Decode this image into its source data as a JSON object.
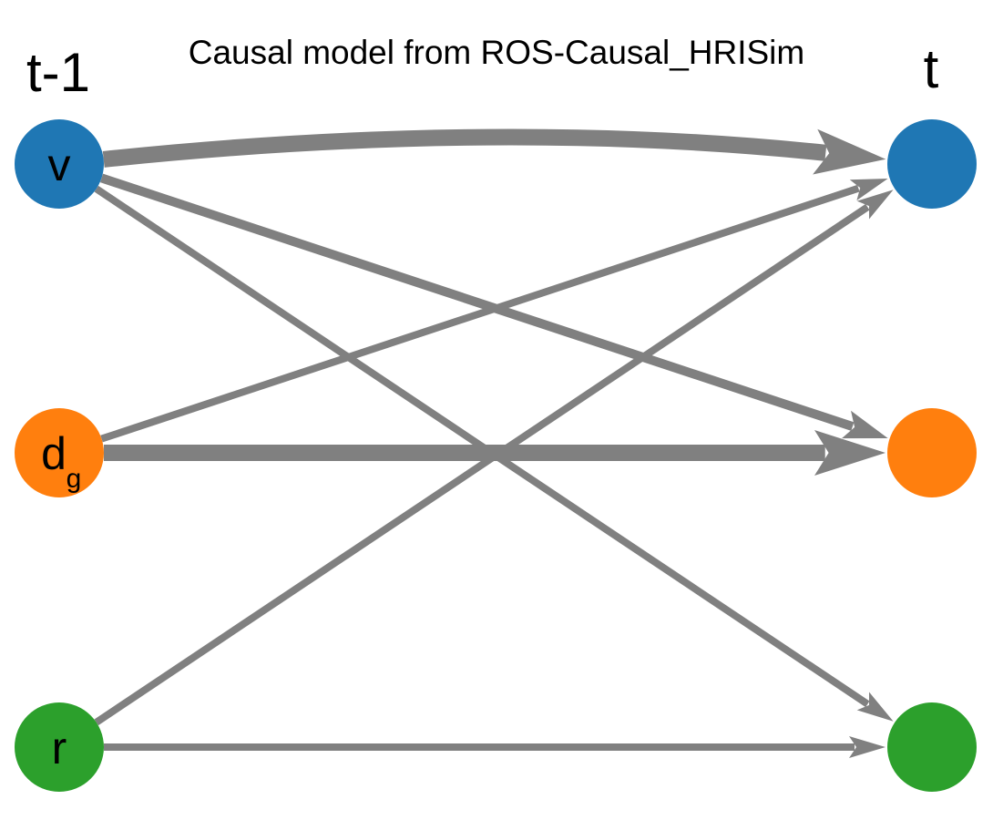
{
  "title": "Causal model from ROS-Causal_HRISim",
  "time_labels": {
    "past": "t-1",
    "present": "t"
  },
  "colors": {
    "v": "#1f77b4",
    "d_g": "#ff7f0e",
    "r": "#2ca02c",
    "edge": "#808080"
  },
  "nodes_past": [
    {
      "id": "v",
      "label": "v",
      "subscript": "",
      "color_key": "v"
    },
    {
      "id": "d_g",
      "label": "d",
      "subscript": "g",
      "color_key": "d_g"
    },
    {
      "id": "r",
      "label": "r",
      "subscript": "",
      "color_key": "r"
    }
  ],
  "nodes_present": [
    {
      "id": "v",
      "label": "",
      "color_key": "v"
    },
    {
      "id": "d_g",
      "label": "",
      "color_key": "d_g"
    },
    {
      "id": "r",
      "label": "",
      "color_key": "r"
    }
  ],
  "edges": [
    {
      "from": "v",
      "to": "v",
      "strength": "strong"
    },
    {
      "from": "v",
      "to": "d_g",
      "strength": "medium"
    },
    {
      "from": "v",
      "to": "r",
      "strength": "weak"
    },
    {
      "from": "d_g",
      "to": "v",
      "strength": "weak"
    },
    {
      "from": "d_g",
      "to": "d_g",
      "strength": "strong"
    },
    {
      "from": "r",
      "to": "v",
      "strength": "weak"
    },
    {
      "from": "r",
      "to": "r",
      "strength": "weak"
    }
  ]
}
